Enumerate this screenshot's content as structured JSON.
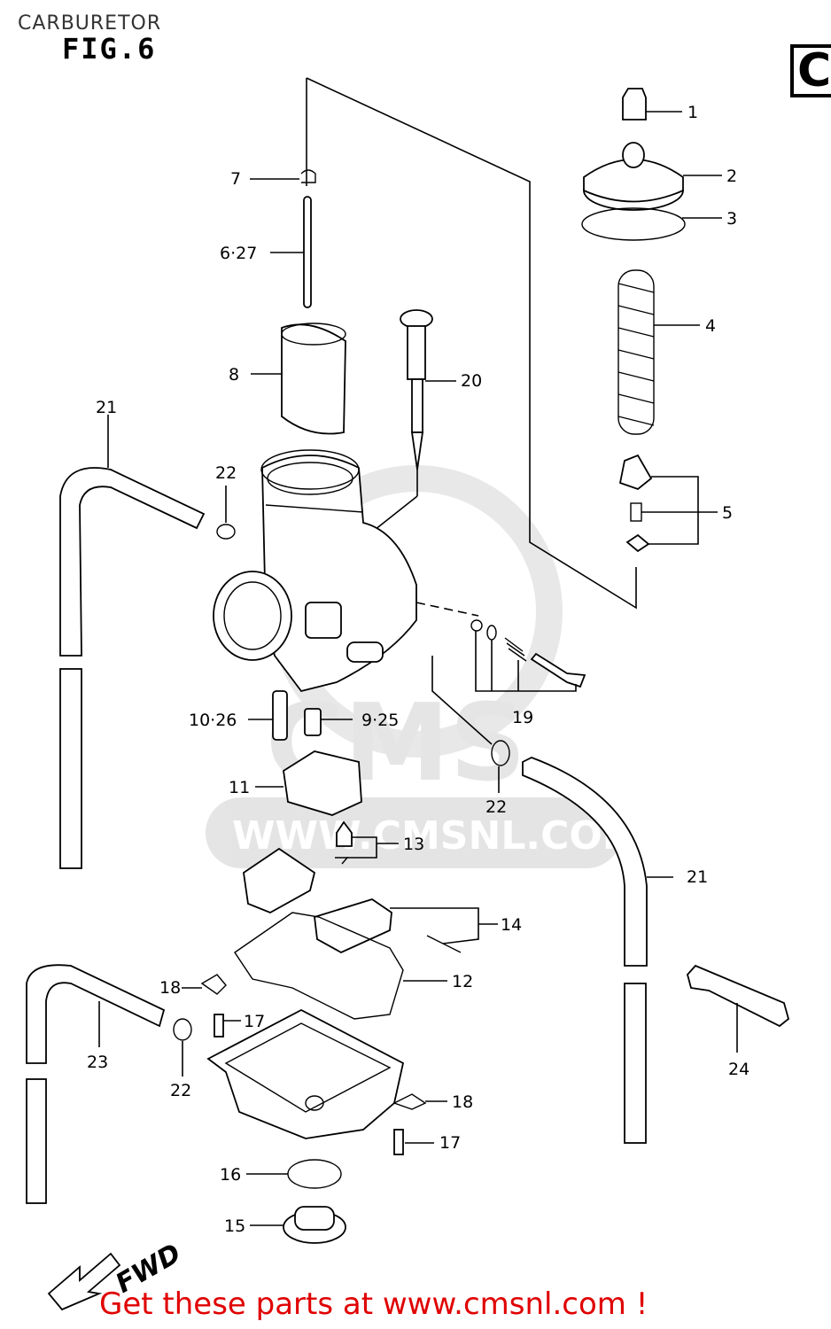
{
  "header": {
    "page_title": "CARBURETOR",
    "figure_label": "FIG.6",
    "section_letter": "C"
  },
  "watermark": {
    "logo_text": "CMS",
    "url_text": "WWW.CMSNL.COM"
  },
  "callouts": {
    "c1": "1",
    "c2": "2",
    "c3": "3",
    "c4": "4",
    "c5": "5",
    "c6_27": "6·27",
    "c7": "7",
    "c8": "8",
    "c9_25": "9·25",
    "c10_26": "10·26",
    "c11": "11",
    "c12": "12",
    "c13": "13",
    "c14": "14",
    "c15": "15",
    "c16": "16",
    "c17_upper": "17",
    "c17_lower": "17",
    "c18_upper": "18",
    "c18_lower": "18",
    "c19": "19",
    "c20": "20",
    "c21_left": "21",
    "c21_right": "21",
    "c22_upper": "22",
    "c22_middle": "22",
    "c22_lower": "22",
    "c23": "23",
    "c24": "24"
  },
  "orientation": {
    "direction_label": "FWD"
  },
  "footer": {
    "promo_text": "Get these parts at www.cmsnl.com !"
  },
  "colors": {
    "promo": "#e00000",
    "watermark": "#cfcfcf",
    "lines": "#000000"
  }
}
